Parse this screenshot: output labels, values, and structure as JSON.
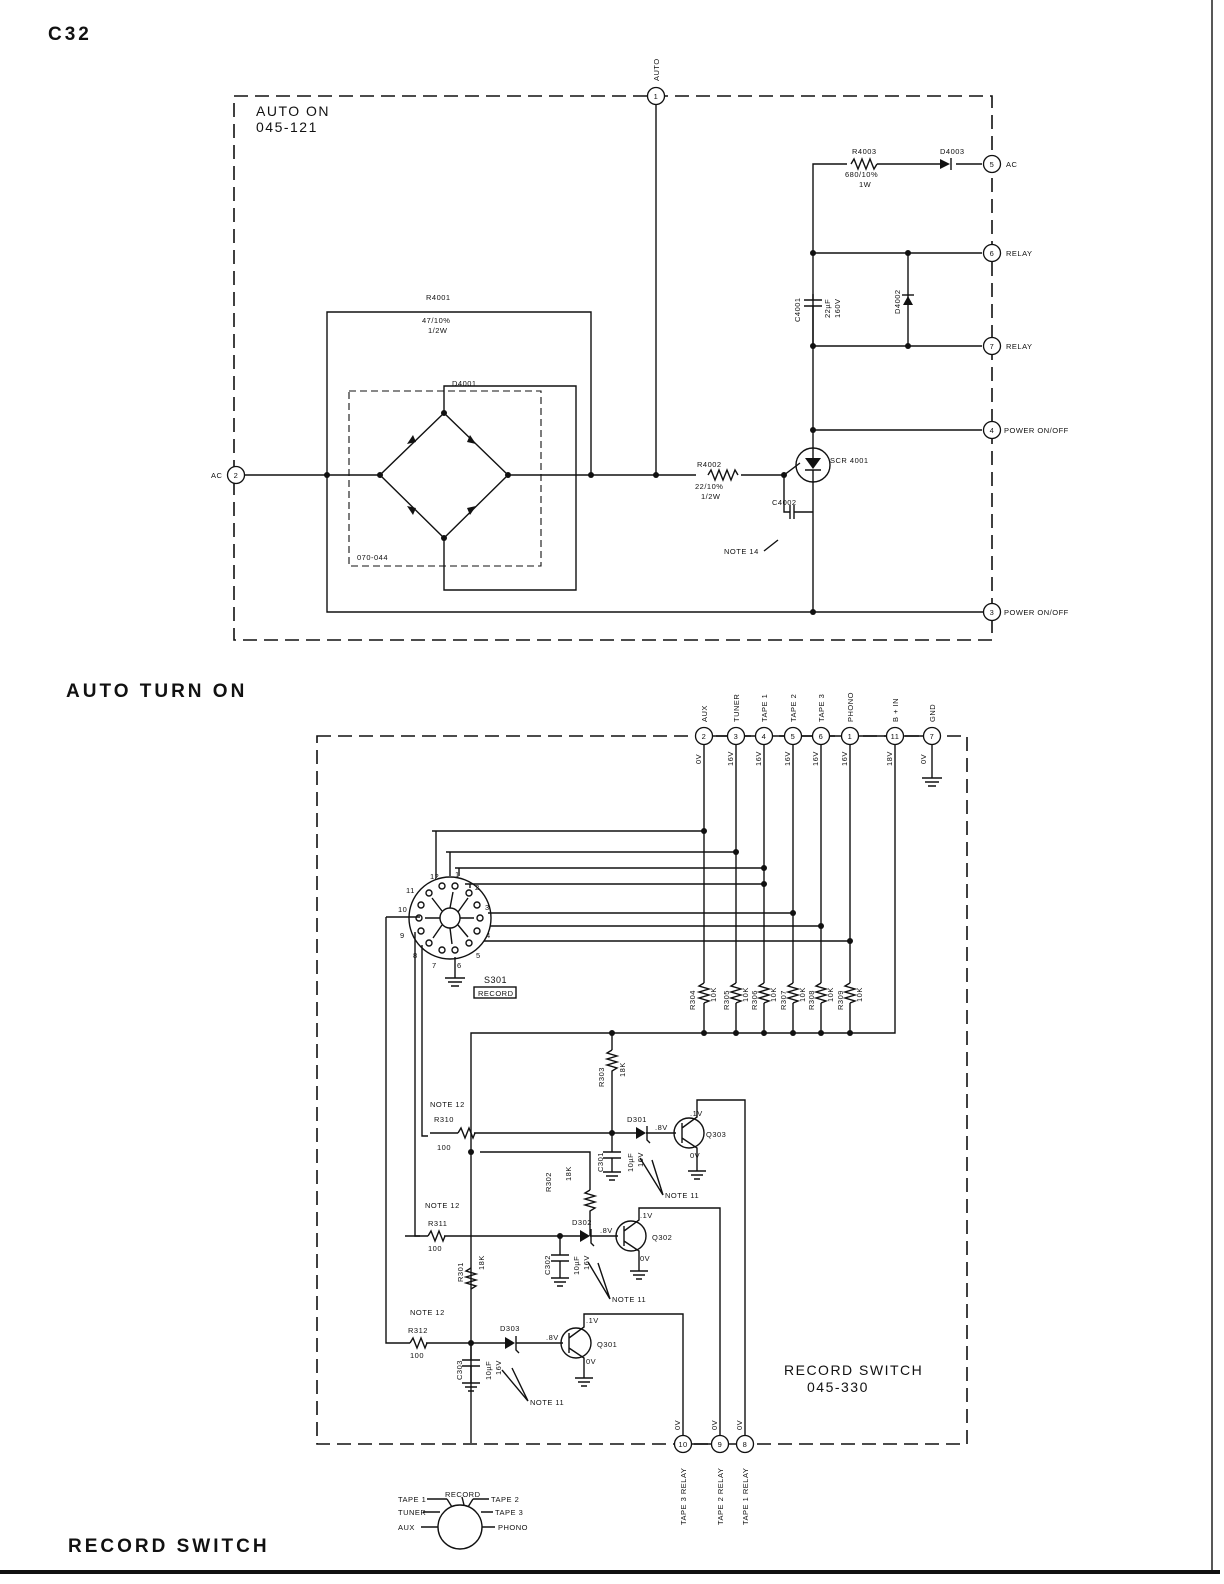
{
  "page": {
    "id": "C32"
  },
  "auto_on": {
    "title": "AUTO TURN ON",
    "box_name": "AUTO ON",
    "box_part": "045-121",
    "bridge_part": "070-044",
    "terminals": [
      {
        "num": "1",
        "label": "AUTO"
      },
      {
        "num": "2",
        "label": "AC"
      },
      {
        "num": "5",
        "label": "AC"
      },
      {
        "num": "6",
        "label": "RELAY"
      },
      {
        "num": "7",
        "label": "RELAY"
      },
      {
        "num": "4",
        "label": "POWER ON/OFF"
      },
      {
        "num": "3",
        "label": "POWER ON/OFF"
      }
    ],
    "components": {
      "r4001": {
        "ref": "R4001",
        "value": "47/10%",
        "rating": "1/2W"
      },
      "r4002": {
        "ref": "R4002",
        "value": "22/10%",
        "rating": "1/2W"
      },
      "r4003": {
        "ref": "R4003",
        "value": "680/10%",
        "rating": "1W"
      },
      "d4001": {
        "ref": "D4001"
      },
      "d4002": {
        "ref": "D4002"
      },
      "d4003": {
        "ref": "D4003"
      },
      "c4001": {
        "ref": "C4001",
        "value": "22µF",
        "rating": "160V"
      },
      "c4002": {
        "ref": "C4002"
      },
      "scr": {
        "ref": "SCR 4001"
      },
      "note14": "NOTE 14"
    }
  },
  "record": {
    "title": "RECORD SWITCH",
    "box_name": "RECORD SWITCH",
    "box_part": "045-330",
    "switch_ref": "S301",
    "switch_name": "RECORD",
    "top_terminals": [
      {
        "num": "2",
        "label": "AUX",
        "volt": "0V"
      },
      {
        "num": "3",
        "label": "TUNER",
        "volt": "16V"
      },
      {
        "num": "4",
        "label": "TAPE 1",
        "volt": "16V"
      },
      {
        "num": "5",
        "label": "TAPE 2",
        "volt": "16V"
      },
      {
        "num": "6",
        "label": "TAPE 3",
        "volt": "16V"
      },
      {
        "num": "1",
        "label": "PHONO",
        "volt": "16V"
      },
      {
        "num": "11",
        "label": "B + IN",
        "volt": "18V"
      },
      {
        "num": "7",
        "label": "GND",
        "volt": "0V"
      }
    ],
    "bottom_terminals": [
      {
        "num": "10",
        "label": "TAPE 3 RELAY",
        "volt": "0V"
      },
      {
        "num": "9",
        "label": "TAPE 2 RELAY",
        "volt": "0V"
      },
      {
        "num": "8",
        "label": "TAPE 1 RELAY",
        "volt": "0V"
      }
    ],
    "switch_positions": [
      "1",
      "2",
      "3",
      "4",
      "5",
      "6",
      "7",
      "8",
      "9",
      "10",
      "11",
      "12"
    ],
    "resistors": [
      {
        "ref": "R304",
        "value": "10K"
      },
      {
        "ref": "R305",
        "value": "10K"
      },
      {
        "ref": "R306",
        "value": "10K"
      },
      {
        "ref": "R307",
        "value": "10K"
      },
      {
        "ref": "R308",
        "value": "10K"
      },
      {
        "ref": "R309",
        "value": "10K"
      }
    ],
    "stages": {
      "s3": {
        "rc": "R303",
        "rcv": "18K",
        "rb": "R310",
        "rbv": "100",
        "c": "C301",
        "cv": "10µF",
        "cr": "16V",
        "d": "D301",
        "q": "Q303",
        "vb": ".8V",
        "vc": ".1V",
        "ve": "0V",
        "note12": "NOTE 12",
        "note11": "NOTE 11"
      },
      "s2": {
        "rc": "R302",
        "rcv": "18K",
        "rb": "R311",
        "rbv": "100",
        "c": "C302",
        "cv": "10µF",
        "cr": "16V",
        "d": "D302",
        "q": "Q302",
        "vb": ".8V",
        "vc": ".1V",
        "ve": "0V",
        "note12": "NOTE 12",
        "note11": "NOTE 11"
      },
      "s1": {
        "rc": "R301",
        "rcv": "18K",
        "rb": "R312",
        "rbv": "100",
        "c": "C303",
        "cv": "10µF",
        "cr": "16V",
        "d": "D303",
        "q": "Q301",
        "vb": ".8V",
        "vc": ".1V",
        "ve": "0V",
        "note12": "NOTE 12",
        "note11": "NOTE 11"
      }
    },
    "knob": {
      "top": "RECORD",
      "left": [
        "TAPE 1",
        "TUNER",
        "AUX"
      ],
      "right": [
        "TAPE 2",
        "TAPE 3",
        "PHONO"
      ]
    }
  }
}
